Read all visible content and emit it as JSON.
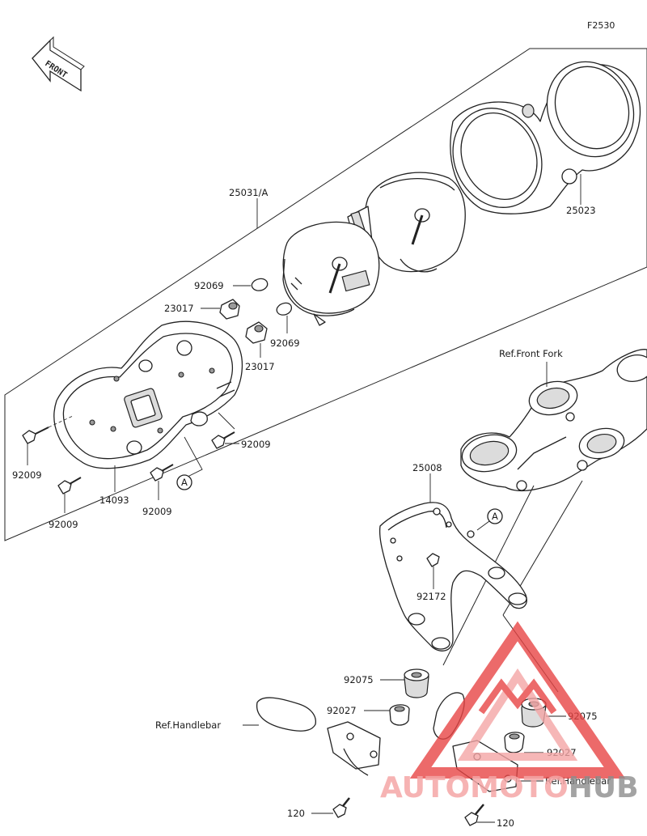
{
  "figure_code": "F2530",
  "front_label": "FRONT",
  "callout_letter": "A",
  "labels": {
    "meter_assy": "25031/A",
    "meter_case_cover": "25023",
    "bulb_1": "92069",
    "socket_1": "23017",
    "bulb_2": "92069",
    "socket_2": "23017",
    "screw_right": "92009",
    "screw_left": "92009",
    "screw_lower_left": "92009",
    "lower_case": "14093",
    "screw_lower_mid": "92009",
    "ref_front_fork": "Ref.Front Fork",
    "bracket": "25008",
    "bolt_bracket": "92172",
    "damper_left": "92075",
    "collar_left": "92027",
    "ref_handlebar_left": "Ref.Handlebar",
    "bolt_left": "120",
    "damper_right": "92075",
    "collar_right": "92027",
    "ref_handlebar_right": "Ref.Handlebar",
    "bolt_right": "120"
  },
  "watermark": {
    "text_main": "AUTOMOTO",
    "text_end": "HUB",
    "main_color": "#f4a6a6",
    "end_color": "#8c8c8c",
    "logo_color": "#e84545"
  }
}
